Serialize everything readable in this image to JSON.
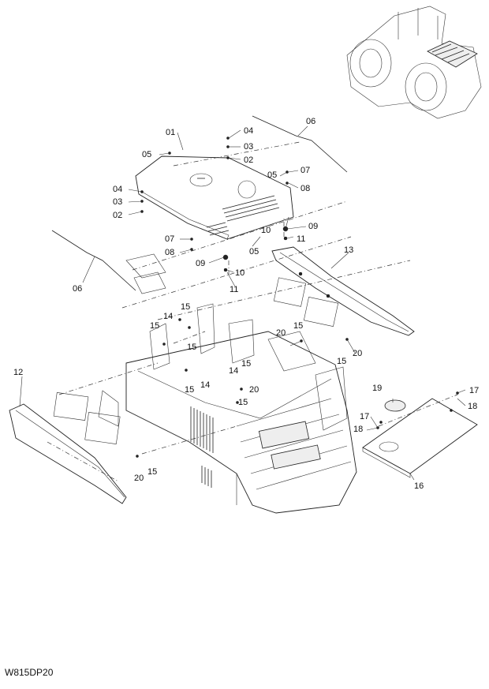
{
  "drawing_code": "W815DP20",
  "labels": {
    "l01": "01",
    "l02a": "02",
    "l02b": "02",
    "l03a": "03",
    "l03b": "03",
    "l04a": "04",
    "l04b": "04",
    "l05a": "05",
    "l05b": "05",
    "l05c": "05",
    "l06a": "06",
    "l06b": "06",
    "l07a": "07",
    "l07b": "07",
    "l08a": "08",
    "l08b": "08",
    "l09a": "09",
    "l09b": "09",
    "l10a": "10",
    "l10b": "10",
    "l11a": "11",
    "l11b": "11",
    "l12": "12",
    "l13": "13",
    "l14a": "14",
    "l14b": "14",
    "l14c": "14",
    "l15a": "15",
    "l15b": "15",
    "l15c": "15",
    "l15d": "15",
    "l15e": "15",
    "l15f": "15",
    "l15g": "15",
    "l15h": "15",
    "l15i": "15",
    "l16": "16",
    "l17a": "17",
    "l17b": "17",
    "l18a": "18",
    "l18b": "18",
    "l19": "19",
    "l20a": "20",
    "l20b": "20",
    "l20c": "20",
    "l20d": "20"
  }
}
